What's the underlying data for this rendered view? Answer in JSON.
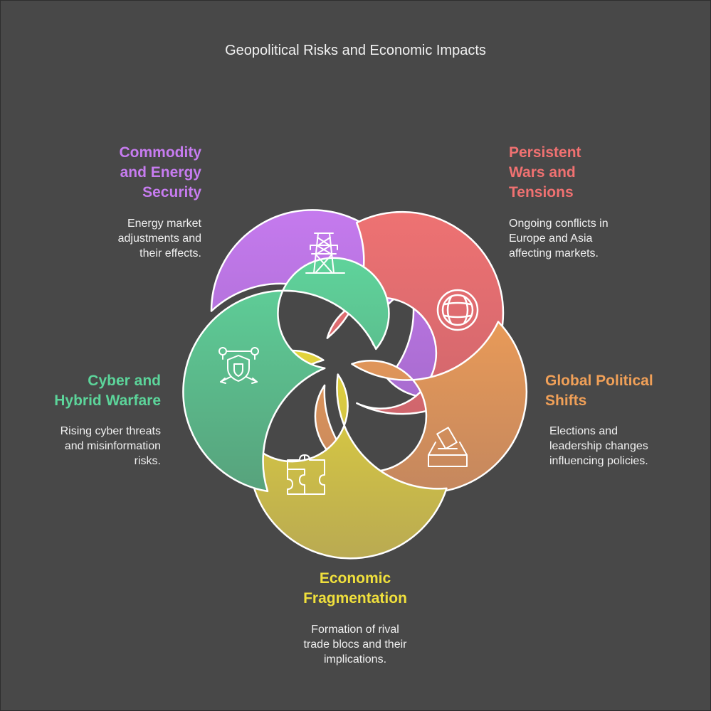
{
  "title": "Geopolitical Risks and Economic Impacts",
  "colors": {
    "background": "#484848",
    "commodity": "#c77cf0",
    "wars": "#f07171",
    "political": "#f0a058",
    "fragmentation": "#f0e03c",
    "cyber": "#5cd49a"
  },
  "sections": {
    "commodity": {
      "heading": [
        "Commodity",
        "and Energy",
        "Security"
      ],
      "description": [
        "Energy market",
        "adjustments and",
        "their effects."
      ],
      "icon": "power-tower-icon"
    },
    "wars": {
      "heading": [
        "Persistent",
        "Wars and",
        "Tensions"
      ],
      "description": [
        "Ongoing conflicts in",
        "Europe and Asia",
        "affecting markets."
      ],
      "icon": "globe-icon"
    },
    "political": {
      "heading": [
        "Global Political",
        "Shifts"
      ],
      "description": [
        "Elections and",
        "leadership changes",
        "influencing policies."
      ],
      "icon": "ballot-box-icon"
    },
    "fragmentation": {
      "heading": [
        "Economic",
        "Fragmentation"
      ],
      "description": [
        "Formation of rival",
        "trade blocs and their",
        "implications."
      ],
      "icon": "puzzle-icon"
    },
    "cyber": {
      "heading": [
        "Cyber and",
        "Hybrid Warfare"
      ],
      "description": [
        "Rising cyber threats",
        "and misinformation",
        "risks."
      ],
      "icon": "shield-network-icon"
    }
  }
}
